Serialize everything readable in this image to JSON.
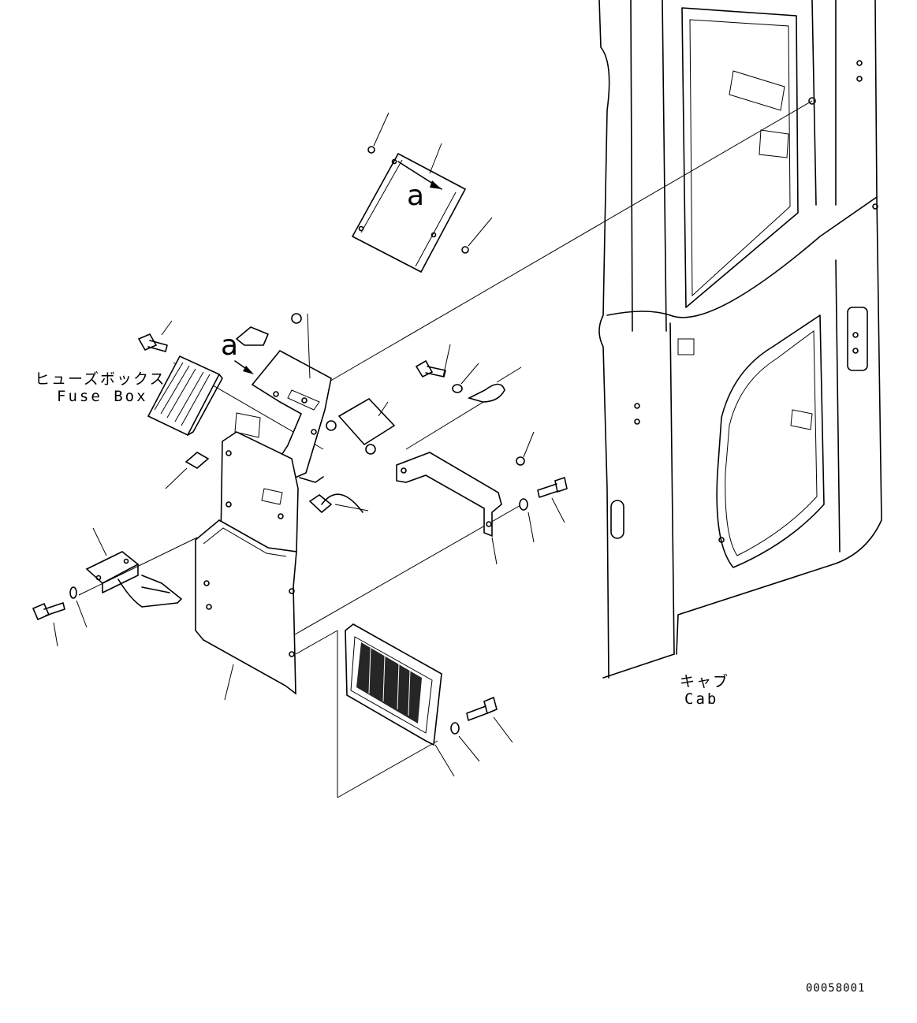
{
  "labels": {
    "fuse_box_jp": "ヒューズボックス",
    "fuse_box_en": "Fuse Box",
    "cab_jp": "キャブ",
    "cab_en": "Cab",
    "ref_a_cover": "a",
    "ref_a_bracket": "a",
    "drawing_number": "00058001"
  }
}
